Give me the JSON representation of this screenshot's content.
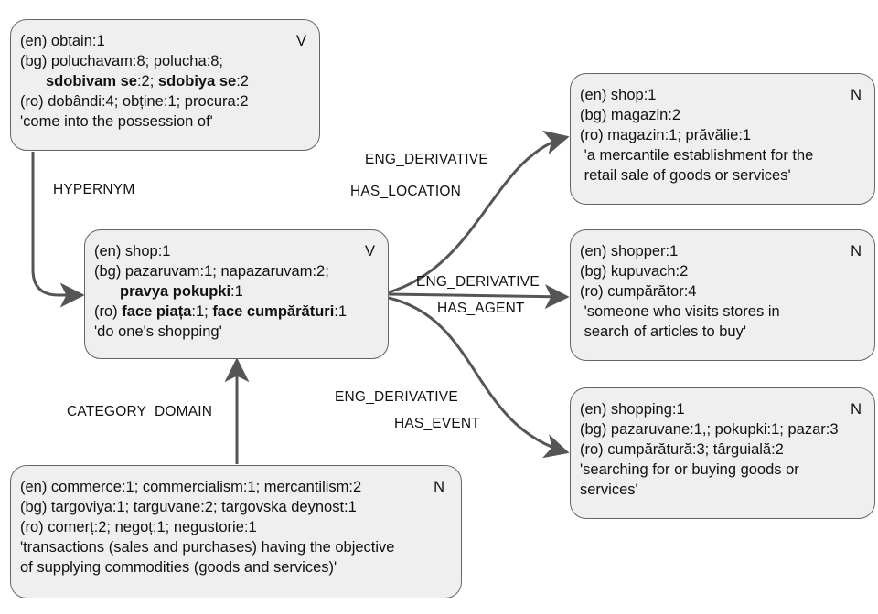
{
  "nodes": {
    "obtain": {
      "pos": "V",
      "en": "(en) obtain:1",
      "bg_a": "(bg) poluchavam:8; polucha:8;",
      "bg_b1": "sdobivam se",
      "bg_b2": ":2; ",
      "bg_b3": "sdobiya se",
      "bg_b4": ":2",
      "ro": "(ro) dobândi:4; obține:1; procura:2",
      "gloss": "'come into the possession of'"
    },
    "shop_v": {
      "pos": "V",
      "en": "(en) shop:1",
      "bg_a": "(bg) pazaruvam:1; napazaruvam:2;",
      "bg_b1": "pravya pokupki",
      "bg_b2": ":1",
      "ro_1": "(ro) ",
      "ro_2": "face piața",
      "ro_3": ":1; ",
      "ro_4": "face cumpărături",
      "ro_5": ":1",
      "gloss": "'do one's shopping'"
    },
    "commerce": {
      "pos": "N",
      "en": "(en) commerce:1; commercialism:1; mercantilism:2",
      "bg": "(bg) targoviya:1; targuvane:2; targovska deynost:1",
      "ro": "(ro) comerț:2; negoț:1; negustorie:1",
      "gloss_1": "'transactions (sales and purchases) having the objective",
      "gloss_2": "of supplying commodities (goods and services)'"
    },
    "shop_n": {
      "pos": "N",
      "en": "(en) shop:1",
      "bg": "(bg) magazin:2",
      "ro": "(ro) magazin:1; prăvălie:1",
      "gloss_1": " 'a mercantile establishment for the",
      "gloss_2": " retail sale of goods or services'"
    },
    "shopper": {
      "pos": "N",
      "en": "(en) shopper:1",
      "bg": "(bg) kupuvach:2",
      "ro": "(ro) cumpărător:4",
      "gloss_1": " 'someone who visits stores in",
      "gloss_2": " search of articles to buy'"
    },
    "shopping": {
      "pos": "N",
      "en": "(en) shopping:1",
      "bg": "(bg) pazaruvane:1,; pokupki:1; pazar:3",
      "ro": "(ro) cumpărătură:3; târguială:2",
      "gloss_1": "'searching for or buying goods or",
      "gloss_2": "services'"
    }
  },
  "relations": {
    "hypernym": "HYPERNYM",
    "category_domain": "CATEGORY_DOMAIN",
    "eng_derivative_1": "ENG_DERIVATIVE",
    "has_location": "HAS_LOCATION",
    "eng_derivative_2": "ENG_DERIVATIVE",
    "has_agent": "HAS_AGENT",
    "eng_derivative_3": "ENG_DERIVATIVE",
    "has_event": "HAS_EVENT"
  },
  "colors": {
    "node_fill": "#efefef",
    "node_border": "#666666",
    "edge": "#555555"
  }
}
